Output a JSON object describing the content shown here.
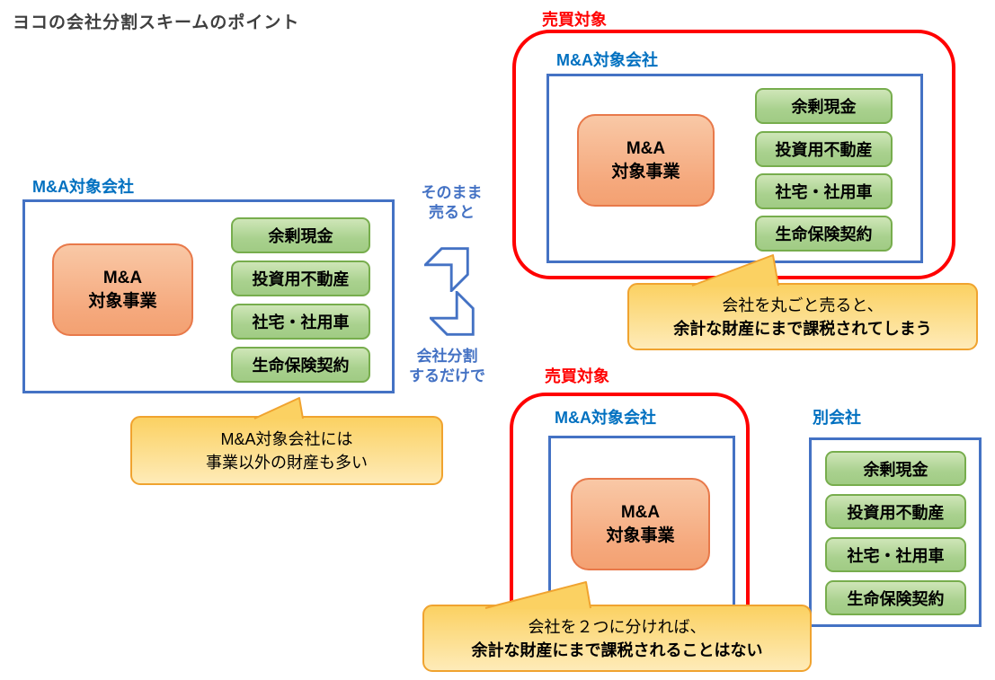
{
  "title": "ヨコの会社分割スキームのポイント",
  "company_business": {
    "line1": "M&A",
    "line2": "対象事業"
  },
  "assets": [
    "余剰現金",
    "投資用不動産",
    "社宅・社用車",
    "生命保険契約"
  ],
  "left_company": {
    "label": "M&A対象会社"
  },
  "arrows": {
    "top": {
      "line1": "そのまま",
      "line2": "売ると"
    },
    "bottom": {
      "line1": "会社分割",
      "line2": "するだけで"
    }
  },
  "sell_whole": {
    "badge": "売買対象",
    "company_label": "M&A対象会社"
  },
  "sell_split": {
    "badge": "売買対象",
    "company_label": "M&A対象会社"
  },
  "other_company": {
    "label": "別会社"
  },
  "callouts": {
    "left": {
      "line1": "M&A対象会社には",
      "line2": "事業以外の財産も多い"
    },
    "whole": {
      "line1": "会社を丸ごと売ると、",
      "line2": "余計な財産にまで課税されてしまう"
    },
    "split": {
      "line1": "会社を２つに分ければ、",
      "line2": "余計な財産にまで課税されることはない"
    }
  },
  "colors": {
    "title_text": "#3F3F3F",
    "blue_label": "#0070C0",
    "blue_border": "#4472C4",
    "red": "#FF0000",
    "green_fill": "#A9D18E",
    "green_border": "#77AD4D",
    "orange_fill": "#F5A87C",
    "orange_border": "#E8794A",
    "callout_fill": "#FBD162",
    "callout_border": "#F0A32F"
  }
}
